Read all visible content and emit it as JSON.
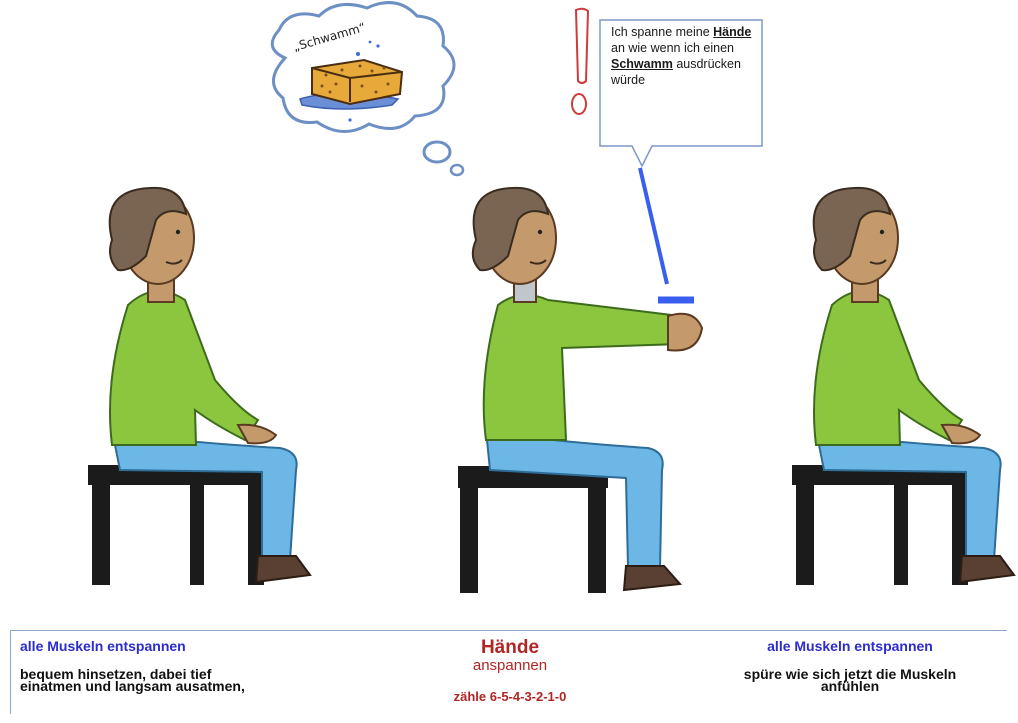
{
  "thought_bubble": {
    "text": "„Schwamm“"
  },
  "speech_bubble": {
    "parts": [
      "Ich spanne meine ",
      "Hände",
      " an wie wenn ich einen ",
      "Schwamm",
      " ausdrücken würde"
    ]
  },
  "panel": {
    "left": {
      "heading": "alle Muskeln entspannen",
      "line1": "bequem hinsetzen, dabei  tief",
      "line2": "einatmen und langsam ausatmen,"
    },
    "middle": {
      "title": "Hände",
      "subtitle": "anspannen",
      "count": "zähle 6-5-4-3-2-1-0"
    },
    "right": {
      "heading": "alle Muskeln entspannen",
      "line1": "spüre wie sich jetzt die Muskeln",
      "line2": "anfühlen"
    }
  },
  "colors": {
    "shirt": "#8cc63f",
    "pants": "#6cb7e6",
    "chair": "#1b1b1b",
    "hair": "#7a6552",
    "skin": "#c49a6c",
    "heading_blue": "#2b2bd0",
    "accent_red": "#b22525"
  }
}
